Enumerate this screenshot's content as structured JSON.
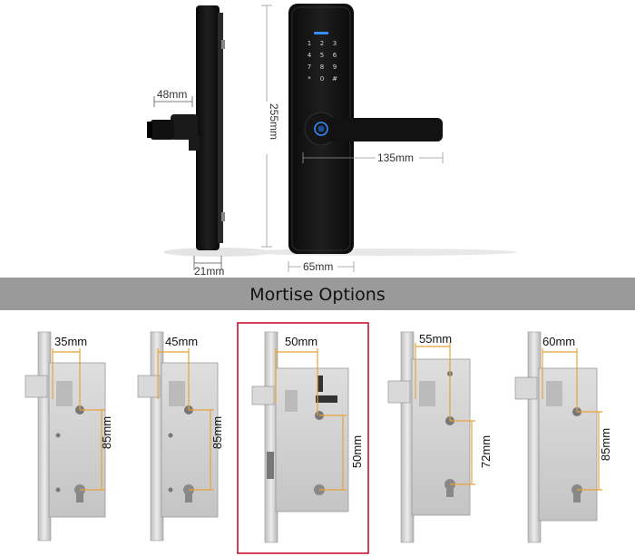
{
  "top": {
    "dim_48": "48mm",
    "dim_255": "255mm",
    "dim_21": "21mm",
    "dim_65": "65mm",
    "dim_135": "135mm"
  },
  "banner": {
    "title": "Mortise Options"
  },
  "mortise_options": [
    {
      "backset": "35mm",
      "center": "85mm"
    },
    {
      "backset": "45mm",
      "center": "85mm"
    },
    {
      "backset": "50mm",
      "center": "50mm"
    },
    {
      "backset": "55mm",
      "center": "72mm"
    },
    {
      "backset": "60mm",
      "center": "85mm"
    }
  ],
  "colors": {
    "accent_orange": "#e8a23a",
    "highlight_red": "#c8102e",
    "banner_gray": "#9a9a9a",
    "lock_black": "#141414"
  }
}
